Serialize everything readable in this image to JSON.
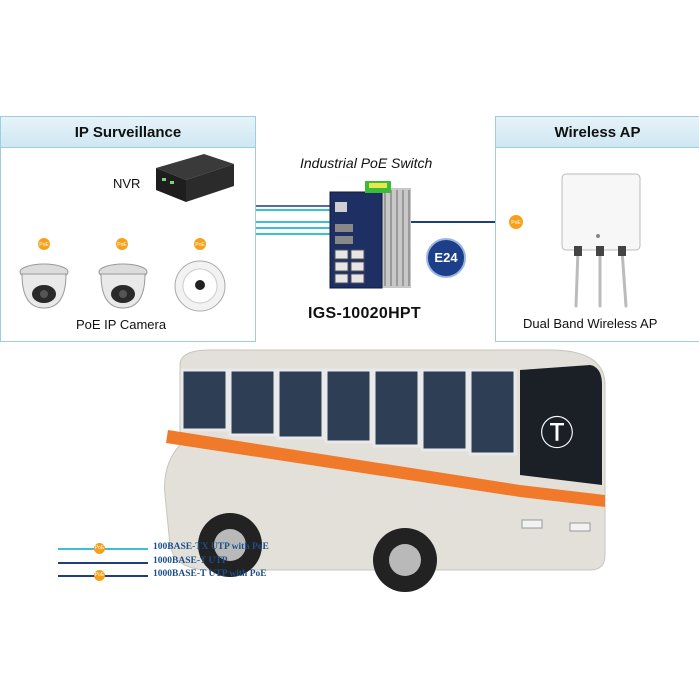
{
  "surveillance": {
    "title": "IP Surveillance",
    "nvr_label": "NVR",
    "camera_label": "PoE IP Camera"
  },
  "switch": {
    "caption": "Industrial PoE Switch",
    "model": "IGS-10020HPT",
    "badge": "E24"
  },
  "wireless": {
    "title": "Wireless AP",
    "device_label": "Dual Band Wireless AP"
  },
  "poe_marker": "PoE",
  "legend": [
    {
      "text": "100BASE-TX UTP with PoE",
      "color": "#3cc0d8",
      "poe": true
    },
    {
      "text": "1000BASE-T UTP",
      "color": "#1f3f7a",
      "poe": false
    },
    {
      "text": "1000BASE-T UTP with PoE",
      "color": "#1f3f7a",
      "poe": true
    }
  ],
  "colors": {
    "cable_poe_100": "#3cc0d8",
    "cable_1000": "#1f3f7a",
    "poe_marker": "#f7a11a",
    "panel_border": "#9fcde0",
    "bus_stripe": "#f07a2a"
  }
}
